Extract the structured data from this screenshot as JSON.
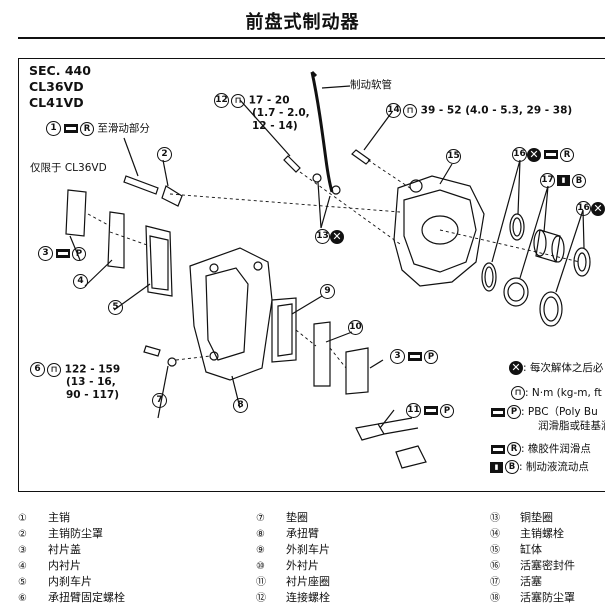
{
  "title": "前盘式制动器",
  "section": [
    "SEC. 440",
    "CL36VD",
    "CL41VD"
  ],
  "callouts": {
    "c1": {
      "num": "1",
      "text": "至滑动部分",
      "icon_left": "grease-icon",
      "icon_right": "R"
    },
    "c2": {
      "num": "2"
    },
    "c3a": {
      "num": "3",
      "icon_left": "grease-icon",
      "icon_right": "P"
    },
    "c3b": {
      "num": "3",
      "icon_left": "grease-icon",
      "icon_right": "P"
    },
    "c4": {
      "num": "4"
    },
    "c5": {
      "num": "5"
    },
    "c6": {
      "num": "6",
      "torque": "122 - 159",
      "torque2": "(13 - 16,",
      "torque3": "90 - 117)"
    },
    "c7": {
      "num": "7"
    },
    "c8": {
      "num": "8"
    },
    "c9": {
      "num": "9"
    },
    "c10": {
      "num": "10"
    },
    "c11": {
      "num": "11",
      "icon_left": "grease-icon",
      "icon_right": "P"
    },
    "c12": {
      "num": "12",
      "torque": "17 - 20",
      "torque2": "(1.7 - 2.0,",
      "torque3": "12 - 14)"
    },
    "c13": {
      "num": "13"
    },
    "c14": {
      "num": "14",
      "torque": "39 - 52 (4.0 - 5.3, 29 - 38)"
    },
    "c15": {
      "num": "15"
    },
    "c16a": {
      "num": "16"
    },
    "c16b": {
      "num": "16"
    },
    "c17": {
      "num": "17"
    },
    "only_for": "仅限于 CL36VD",
    "hose": "制动软管"
  },
  "legend": [
    {
      "icon": "x",
      "text": ": 每次解体之后必"
    },
    {
      "icon": "torque",
      "text": ": N·m (kg-m, ft"
    },
    {
      "icon": "grease-P",
      "text": ": PBC（Poly Bu"
    },
    {
      "icon": "",
      "text": "润滑脂或硅基润"
    },
    {
      "icon": "grease-R",
      "text": ": 橡胶件润滑点"
    },
    {
      "icon": "fluid-B",
      "text": ": 制动液流动点"
    }
  ],
  "parts": [
    [
      {
        "num": "①",
        "name": "主销"
      },
      {
        "num": "②",
        "name": "主销防尘罩"
      },
      {
        "num": "③",
        "name": "衬片盖"
      },
      {
        "num": "④",
        "name": "内衬片"
      },
      {
        "num": "⑤",
        "name": "内刹车片"
      },
      {
        "num": "⑥",
        "name": "承扭臂固定螺栓"
      }
    ],
    [
      {
        "num": "⑦",
        "name": "垫圈"
      },
      {
        "num": "⑧",
        "name": "承扭臂"
      },
      {
        "num": "⑨",
        "name": "外刹车片"
      },
      {
        "num": "⑩",
        "name": "外衬片"
      },
      {
        "num": "⑪",
        "name": "衬片座圈"
      },
      {
        "num": "⑫",
        "name": "连接螺栓"
      }
    ],
    [
      {
        "num": "⑬",
        "name": "铜垫圈"
      },
      {
        "num": "⑭",
        "name": "主销螺栓"
      },
      {
        "num": "⑮",
        "name": "缸体"
      },
      {
        "num": "⑯",
        "name": "活塞密封件"
      },
      {
        "num": "⑰",
        "name": "活塞"
      },
      {
        "num": "⑱",
        "name": "活塞防尘罩"
      }
    ]
  ]
}
